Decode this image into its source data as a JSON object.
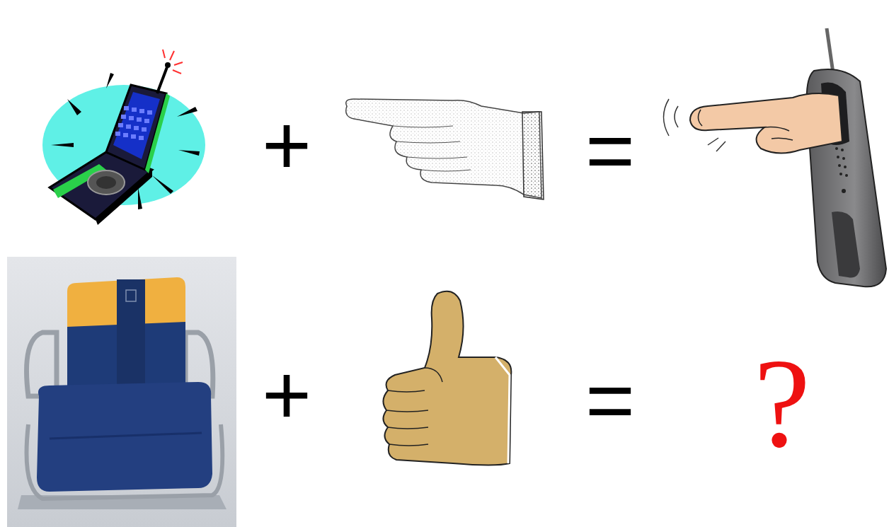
{
  "diagram": {
    "labels": [
      "+",
      "=",
      "+",
      "=",
      "?"
    ]
  }
}
